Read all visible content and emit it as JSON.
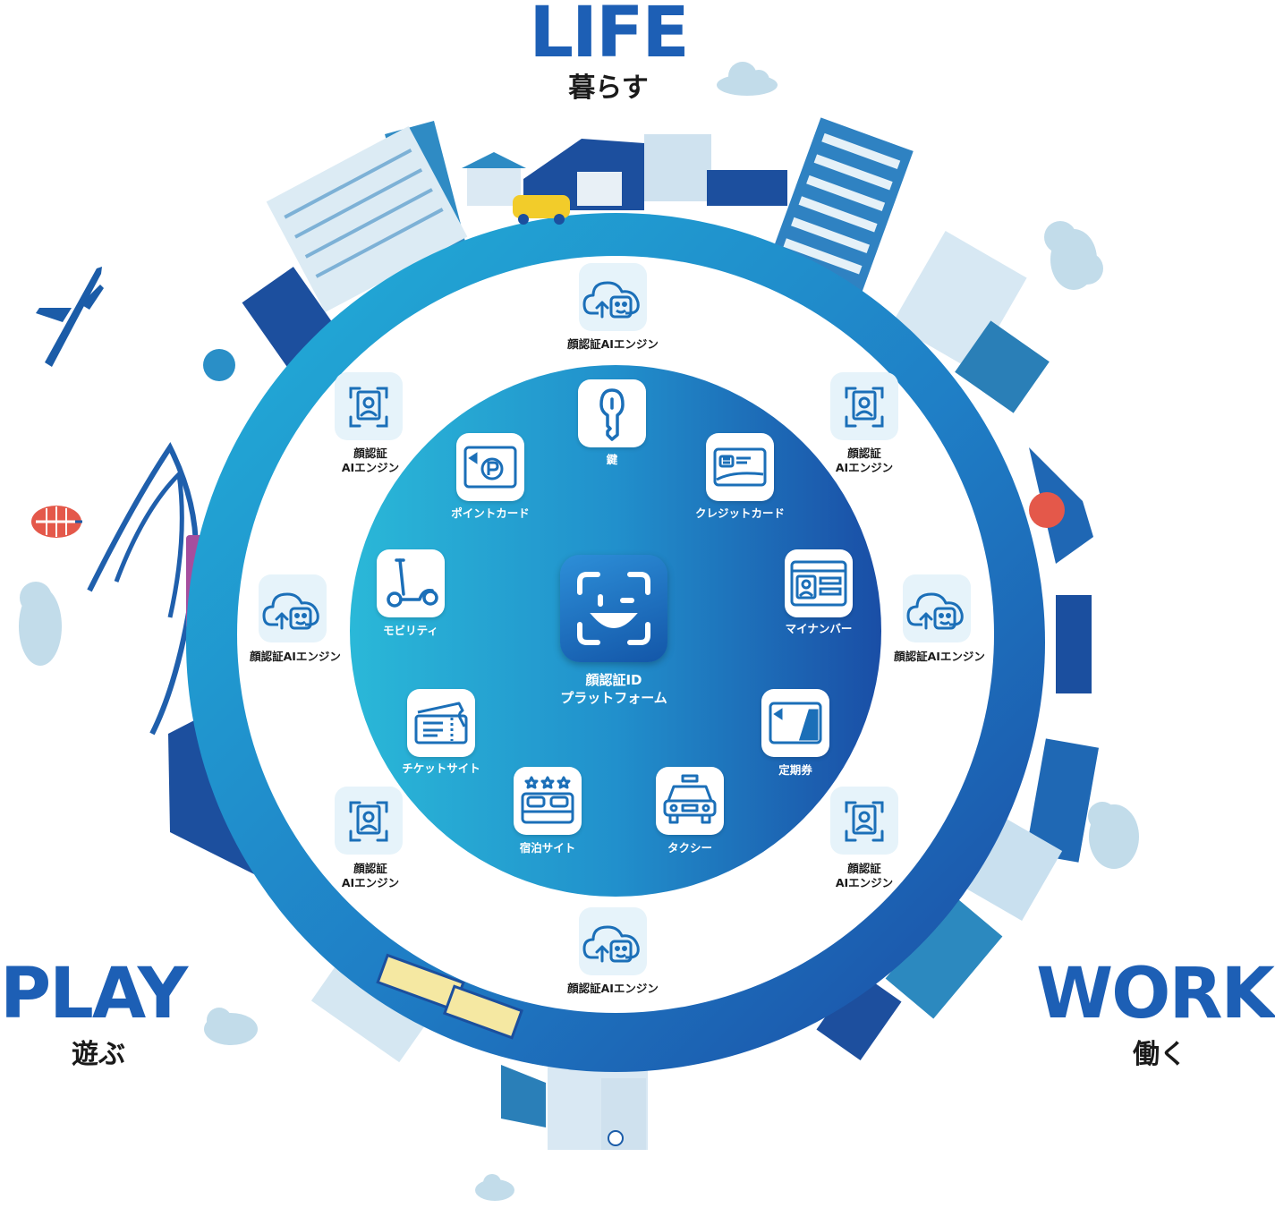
{
  "headings": {
    "life": {
      "title": "LIFE",
      "subtitle": "暮らす"
    },
    "play": {
      "title": "PLAY",
      "subtitle": "遊ぶ"
    },
    "work": {
      "title": "WORK",
      "subtitle": "働く"
    }
  },
  "center": {
    "line1": "顔認証ID",
    "line2": "プラットフォーム",
    "icon": "face-id-icon"
  },
  "services": [
    {
      "id": "key",
      "label": "鍵",
      "icon": "key-icon"
    },
    {
      "id": "credit-card",
      "label": "クレジットカード",
      "icon": "credit-card-icon"
    },
    {
      "id": "my-number",
      "label": "マイナンバー",
      "icon": "id-card-icon"
    },
    {
      "id": "commuter-pass",
      "label": "定期券",
      "icon": "pass-card-icon"
    },
    {
      "id": "taxi",
      "label": "タクシー",
      "icon": "taxi-icon"
    },
    {
      "id": "lodging",
      "label": "宿泊サイト",
      "icon": "hotel-bed-icon"
    },
    {
      "id": "ticket",
      "label": "チケットサイト",
      "icon": "ticket-icon"
    },
    {
      "id": "mobility",
      "label": "モビリティ",
      "icon": "scooter-icon"
    },
    {
      "id": "point-card",
      "label": "ポイントカード",
      "icon": "point-card-icon"
    }
  ],
  "ai_engines": [
    {
      "id": "top",
      "lines": [
        "顔認証AIエンジン"
      ],
      "icon": "cloud-face-icon"
    },
    {
      "id": "upper-right",
      "lines": [
        "顔認証",
        "AIエンジン"
      ],
      "icon": "face-scan-icon"
    },
    {
      "id": "right",
      "lines": [
        "顔認証AIエンジン"
      ],
      "icon": "cloud-face-icon"
    },
    {
      "id": "lower-right",
      "lines": [
        "顔認証",
        "AIエンジン"
      ],
      "icon": "face-scan-icon"
    },
    {
      "id": "bottom",
      "lines": [
        "顔認証AIエンジン"
      ],
      "icon": "cloud-face-icon"
    },
    {
      "id": "lower-left",
      "lines": [
        "顔認証",
        "AIエンジン"
      ],
      "icon": "face-scan-icon"
    },
    {
      "id": "left",
      "lines": [
        "顔認証AIエンジン"
      ],
      "icon": "cloud-face-icon"
    },
    {
      "id": "upper-left",
      "lines": [
        "顔認証",
        "AIエンジン"
      ],
      "icon": "face-scan-icon"
    }
  ],
  "colors": {
    "heading": "#1d5fb5",
    "ring_light": "#25a9d6",
    "ring_dark": "#1a4fa8",
    "inner_light": "#2ab6d8",
    "inner_dark": "#1a50a6",
    "icon_stroke": "#1b6fb8",
    "cloud": "#c2dcea"
  }
}
